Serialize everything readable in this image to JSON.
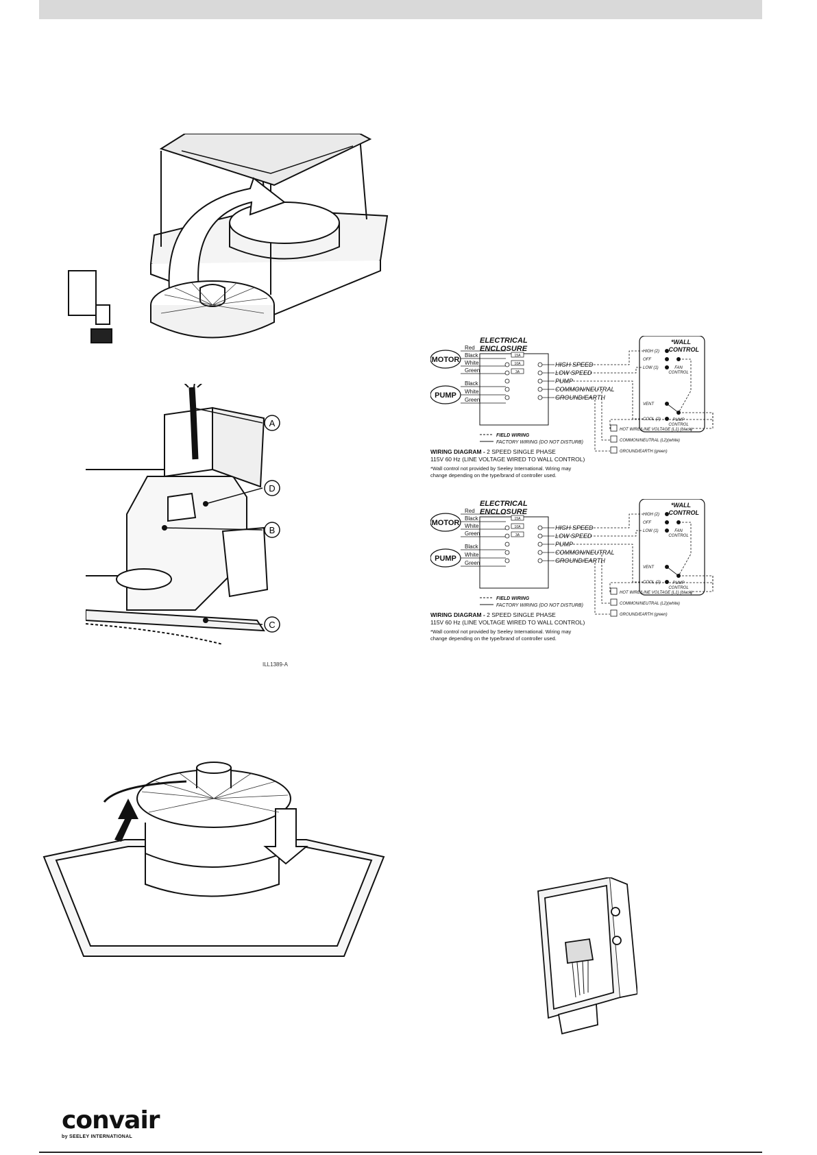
{
  "header": {
    "bar_color": "#d9d9d9"
  },
  "figures": {
    "unit_exploded": {
      "description_icon": "unit-exploded-illustration"
    },
    "cable_detail": {
      "callouts": [
        "A",
        "D",
        "B",
        "C"
      ],
      "figure_code": "ILL1389-A"
    },
    "fan_install": {
      "description_icon": "fan-install-illustration"
    },
    "enclosure_photo": {
      "description_icon": "electrical-enclosure-illustration"
    }
  },
  "wiring_diagrams": [
    {
      "enclosure_title_1": "ELECTRICAL",
      "enclosure_title_2": "ENCLOSURE",
      "motor_label": "MOTOR",
      "pump_label": "PUMP",
      "motor_wires": [
        "Red",
        "Black",
        "White",
        "Green"
      ],
      "pump_wires": [
        "Black",
        "White",
        "Green"
      ],
      "fuses": [
        "15A",
        "10A",
        "3A"
      ],
      "terminals": [
        "HIGH SPEED",
        "LOW SPEED",
        "PUMP",
        "COMMON/NEUTRAL",
        "GROUND/EARTH"
      ],
      "legend_field": "FIELD WIRING",
      "legend_factory": "FACTORY WIRING (DO NOT DISTURB)",
      "caption_bold": "WIRING DIAGRAM -",
      "caption_rest": " 2 SPEED SINGLE PHASE",
      "caption_line2": "115V 60 Hz (LINE VOLTAGE WIRED TO WALL CONTROL)",
      "note_line1": "*Wall control not provided by Seeley International. Wiring may",
      "note_line2": "change depending on the type/brand of controller used.",
      "wall_title_1": "*WALL",
      "wall_title_2": "CONTROL",
      "wall_positions": [
        "HIGH (2)",
        "OFF",
        "LOW (1)"
      ],
      "fan_control_1": "FAN",
      "fan_control_2": "CONTROL",
      "vent_label": "VENT",
      "cool_label": "COOL (2)",
      "pump_control_1": "PUMP",
      "pump_control_2": "CONTROL",
      "supply": [
        "HOT WIRE/LINE VOLTAGE (L1) (black)",
        "COMMON/NEUTRAL (L2)(white)",
        "GROUND/EARTH (green)"
      ]
    },
    {
      "enclosure_title_1": "ELECTRICAL",
      "enclosure_title_2": "ENCLOSURE",
      "motor_label": "MOTOR",
      "pump_label": "PUMP",
      "motor_wires": [
        "Red",
        "Black",
        "White",
        "Green"
      ],
      "pump_wires": [
        "Black",
        "White",
        "Green"
      ],
      "fuses": [
        "15A",
        "10A",
        "3A"
      ],
      "terminals": [
        "HIGH SPEED",
        "LOW SPEED",
        "PUMP",
        "COMMON/NEUTRAL",
        "GROUND/EARTH"
      ],
      "legend_field": "FIELD WIRING",
      "legend_factory": "FACTORY WIRING (DO NOT DISTURB)",
      "caption_bold": "WIRING DIAGRAM -",
      "caption_rest": " 2 SPEED SINGLE PHASE",
      "caption_line2": "115V 60 Hz (LINE VOLTAGE WIRED TO WALL CONTROL)",
      "note_line1": "*Wall control not provided by Seeley International. Wiring may",
      "note_line2": "change depending on the type/brand of controller used.",
      "wall_title_1": "*WALL",
      "wall_title_2": "CONTROL",
      "wall_positions": [
        "HIGH (2)",
        "OFF",
        "LOW (1)"
      ],
      "fan_control_1": "FAN",
      "fan_control_2": "CONTROL",
      "vent_label": "VENT",
      "cool_label": "COOL (2)",
      "pump_control_1": "PUMP",
      "pump_control_2": "CONTROL",
      "supply": [
        "HOT WIRE/LINE VOLTAGE (L1) (black)",
        "COMMON/NEUTRAL (L2)(white)",
        "GROUND/EARTH (green)"
      ]
    }
  ],
  "footer": {
    "logo_text": "convair",
    "logo_sub": "by SEELEY INTERNATIONAL"
  }
}
